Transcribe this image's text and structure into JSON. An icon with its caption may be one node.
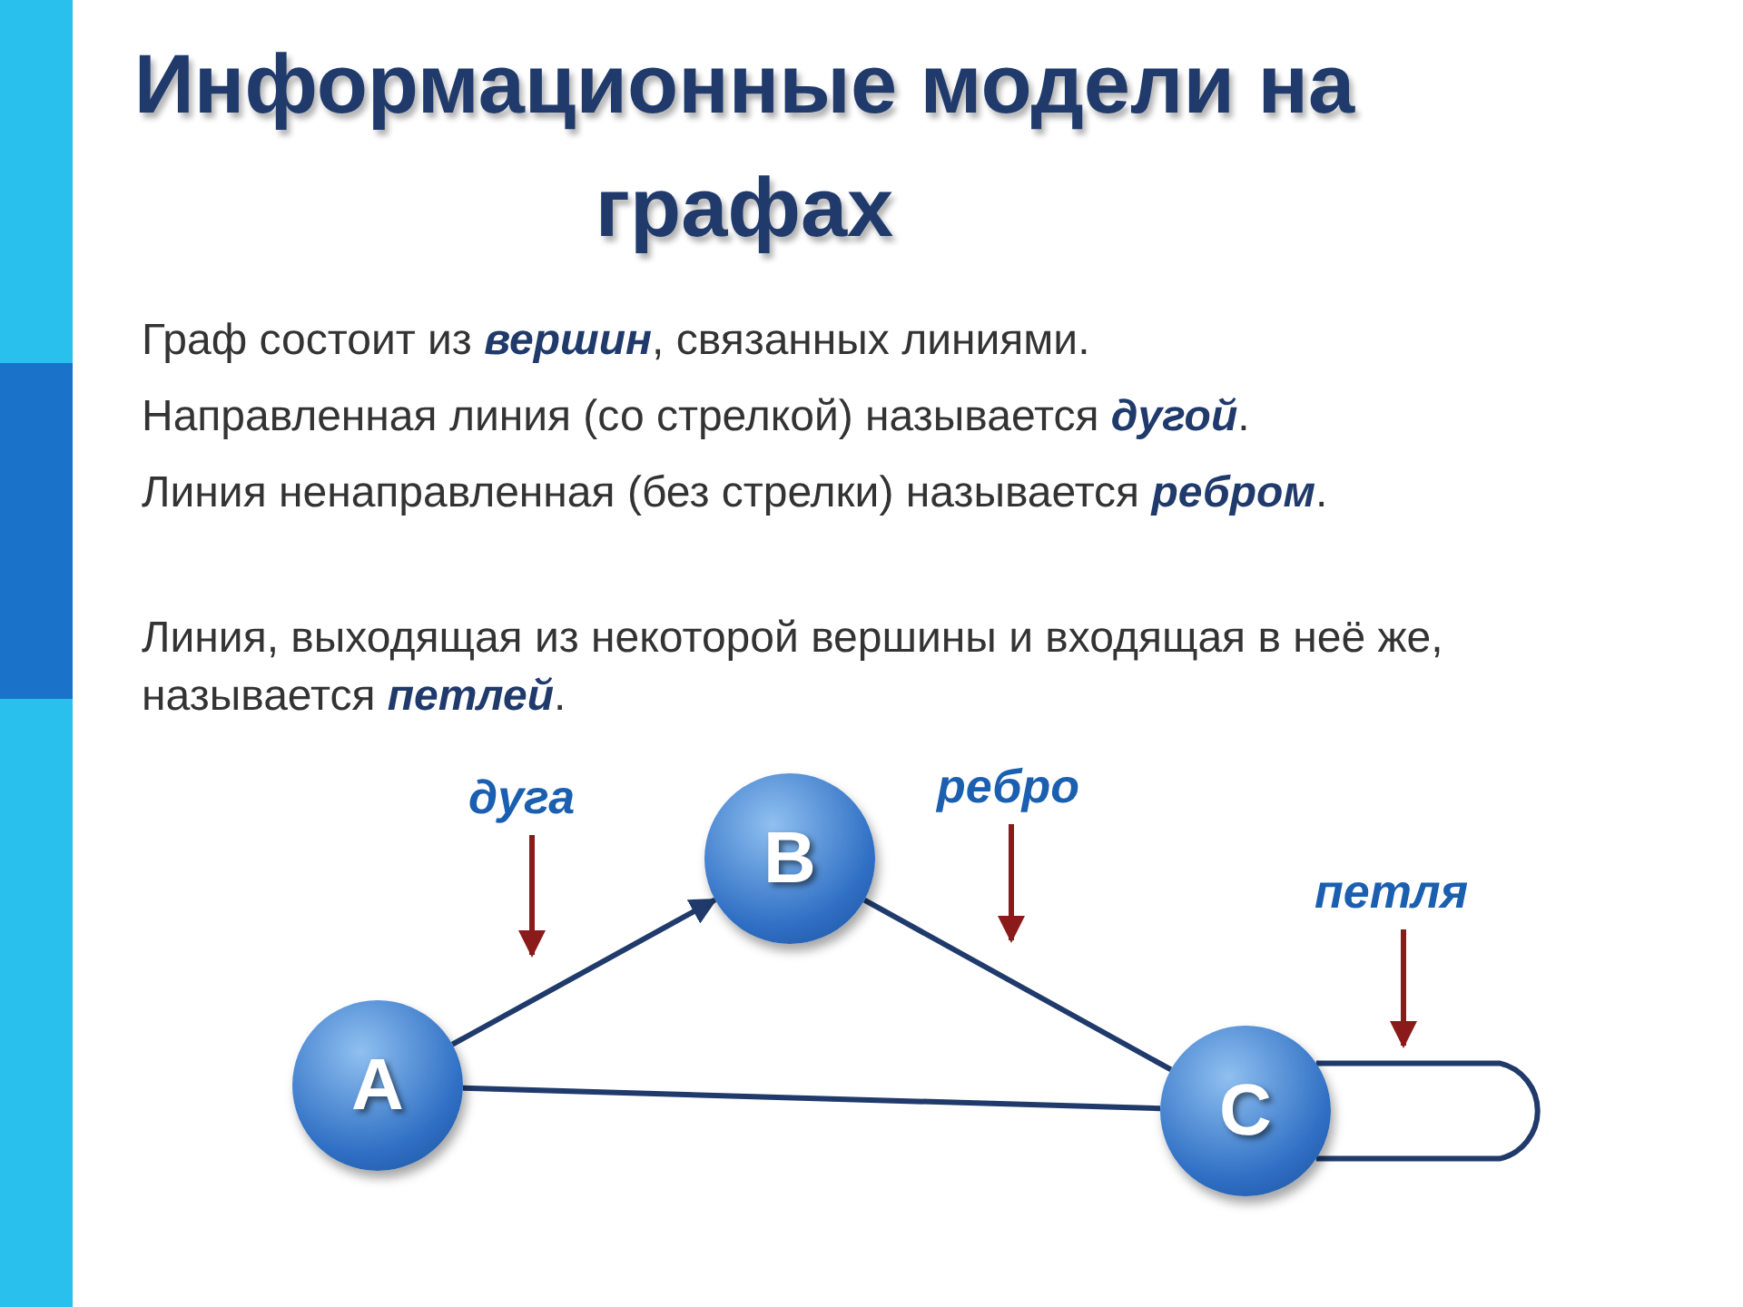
{
  "diagram": {
    "title": "Информационные модели на графах",
    "nodes": [
      {
        "text": [
          "A"
        ]
      },
      {
        "text": [
          "B"
        ]
      },
      {
        "text": [
          "C"
        ]
      },
      {
        "text": [
          "дуга"
        ]
      },
      {
        "text": [
          "ребро"
        ]
      },
      {
        "text": [
          "петля"
        ]
      }
    ],
    "edges": [
      {
        "from": 0,
        "to": 1,
        "arrow": "to"
      },
      {
        "from": 1,
        "to": 2,
        "arrow": "none"
      },
      {
        "from": 0,
        "to": 2,
        "arrow": "none"
      },
      {
        "from": 2,
        "to": 2,
        "arrow": "none"
      },
      {
        "from": 3,
        "to": null,
        "arrow": "to",
        "color": "#8b1a1a"
      },
      {
        "from": 4,
        "to": null,
        "arrow": "to",
        "color": "#8b1a1a"
      },
      {
        "from": 5,
        "to": null,
        "arrow": "to",
        "color": "#8b1a1a"
      }
    ],
    "labels": [
      "Граф состоит из **вершин**, связанных линиями.",
      "Направленная линия (со стрелкой) называется **дугой**.",
      "Линия ненаправленная (без стрелки) называется **ребром**.",
      "Линия, выходящая из некоторой вершины и входящая в неё же, называется **петлей**."
    ]
  }
}
